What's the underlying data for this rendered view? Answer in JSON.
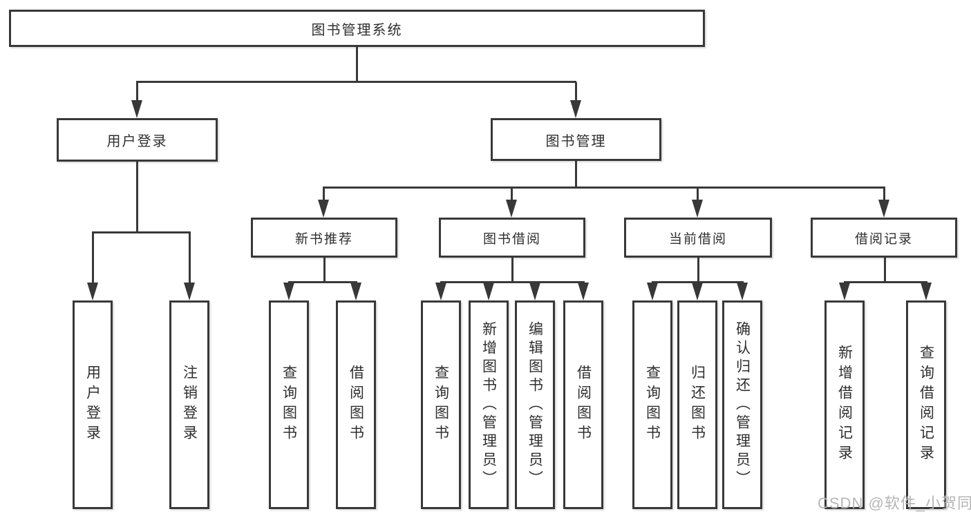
{
  "tree": {
    "root": {
      "label": "图书管理系统",
      "children": [
        {
          "label": "用户登录",
          "children": [
            {
              "label": "用户登录"
            },
            {
              "label": "注销登录"
            }
          ]
        },
        {
          "label": "图书管理",
          "children": [
            {
              "label": "新书推荐",
              "children": [
                {
                  "label": "查询图书"
                },
                {
                  "label": "借阅图书"
                }
              ]
            },
            {
              "label": "图书借阅",
              "children": [
                {
                  "label": "查询图书"
                },
                {
                  "label": "新增图书（管理员）"
                },
                {
                  "label": "编辑图书（管理员）"
                },
                {
                  "label": "借阅图书"
                }
              ]
            },
            {
              "label": "当前借阅",
              "children": [
                {
                  "label": "查询图书"
                },
                {
                  "label": "归还图书"
                },
                {
                  "label": "确认归还（管理员）"
                }
              ]
            },
            {
              "label": "借阅记录",
              "children": [
                {
                  "label": "新增借阅记录"
                },
                {
                  "label": "查询借阅记录"
                }
              ]
            }
          ]
        }
      ]
    }
  },
  "watermark": {
    "text": "CSDN @软件_小贺同学"
  },
  "colors": {
    "line": "#383838",
    "box_border": "#383838",
    "text": "#2e2e2e",
    "watermark": "#b5b5b5",
    "background": "#ffffff"
  }
}
